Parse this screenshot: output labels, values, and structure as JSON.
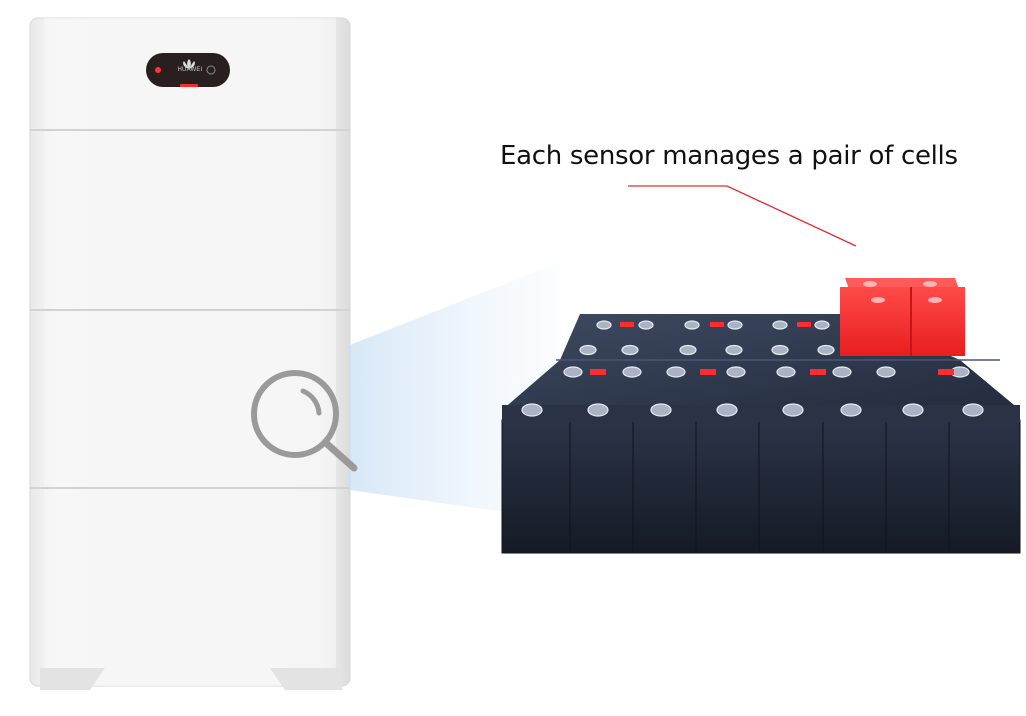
{
  "caption": "Each sensor manages a pair of cells",
  "device": {
    "brand_label": "HUAWEI",
    "module_count": 3
  },
  "battery_pack": {
    "rows": 2,
    "columns": 8,
    "highlighted_sensor_cells": 2
  },
  "colors": {
    "accent_red": "#ff2d2d",
    "leader_line": "#e03030",
    "cell_body": "#1e2535",
    "cabinet": "#f4f4f4",
    "magnifier": "#9a9a9a"
  },
  "icons": {
    "magnifier": "magnifier-icon",
    "logo": "huawei-logo-icon"
  }
}
